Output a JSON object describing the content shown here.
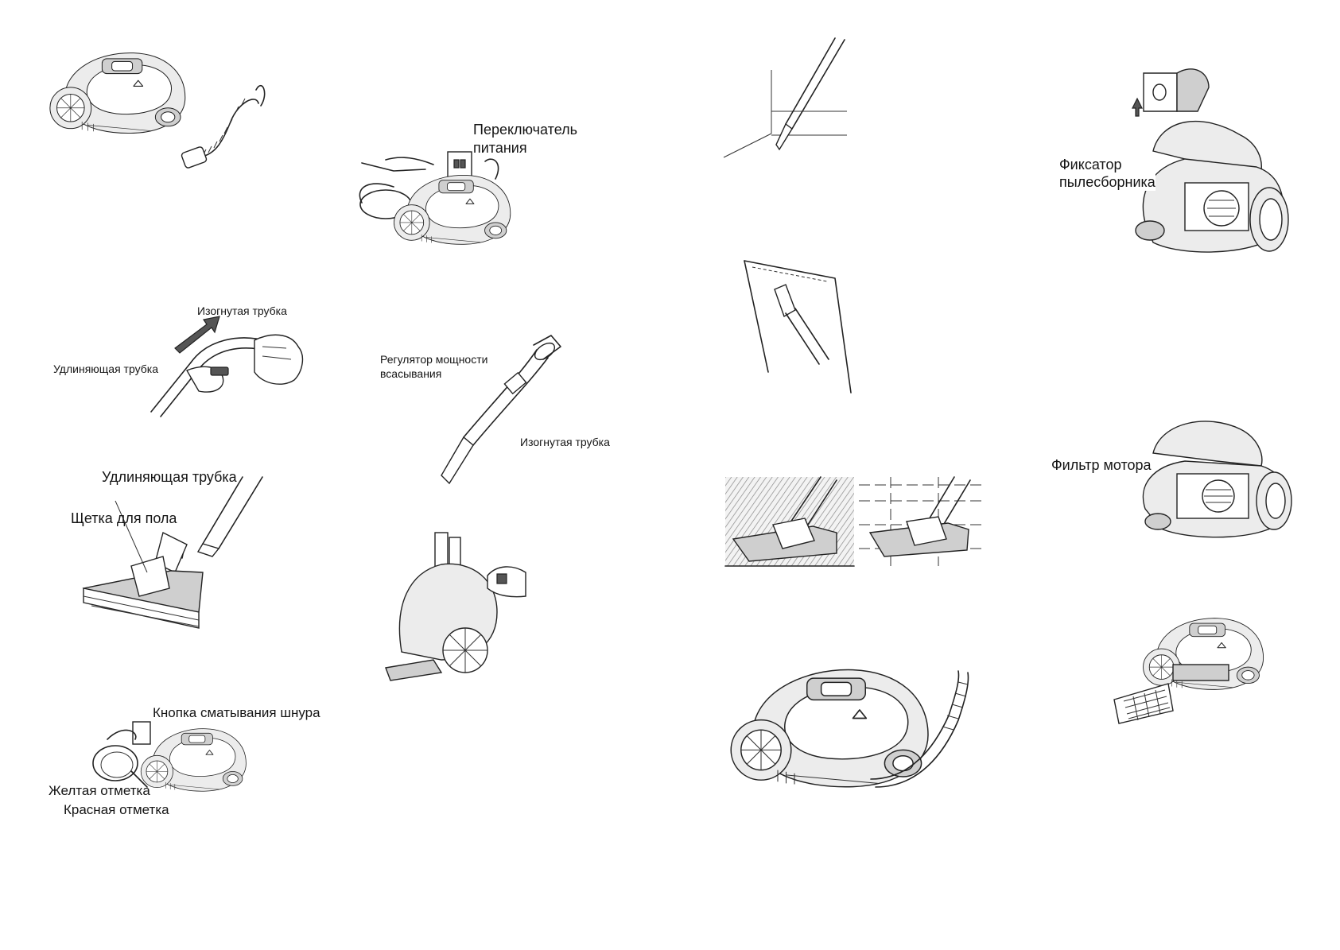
{
  "labels": {
    "power_switch": "Переключатель\nпитания",
    "curved_tube_top": "Изогнутая трубка",
    "extension_tube_left": "Удлиняющая трубка",
    "suction_regulator": "Регулятор мощности\nвсасывания",
    "curved_tube_right": "Изогнутая трубка",
    "extension_tube_big": "Удлиняющая трубка",
    "floor_brush": "Щетка для пола",
    "cord_rewind_button": "Кнопка сматывания шнура",
    "yellow_mark": "Желтая отметка",
    "red_mark": "Красная отметка",
    "dust_bag_lock": "Фиксатор\nпылесборника",
    "motor_filter": "Фильтр мотора"
  }
}
